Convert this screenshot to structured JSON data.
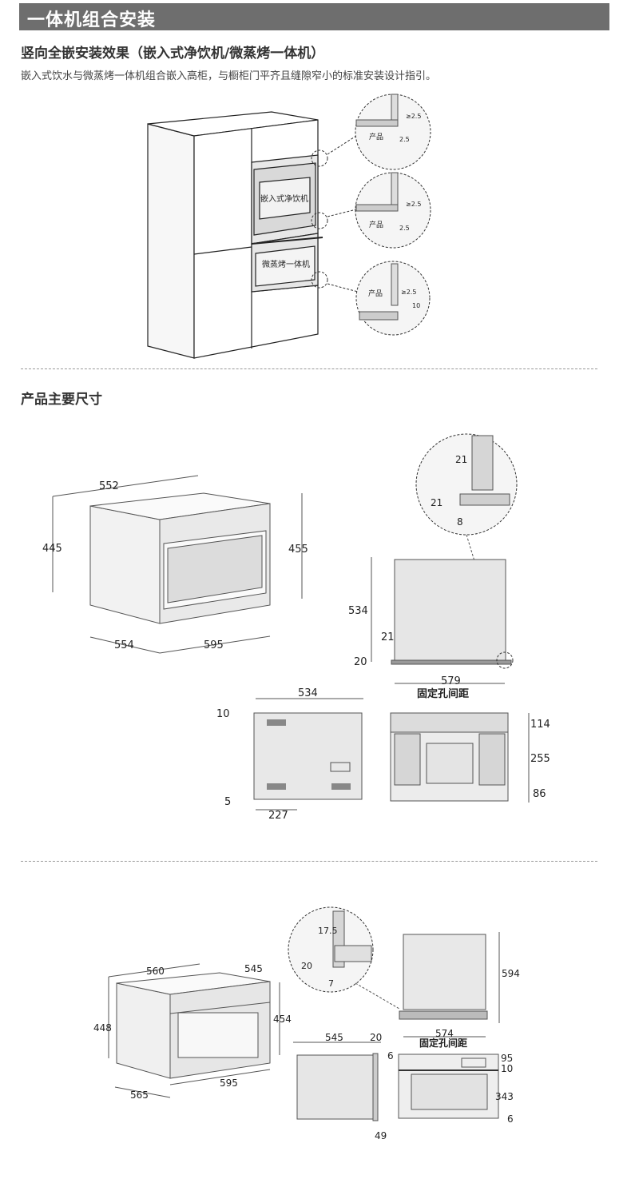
{
  "header": {
    "title": "一体机组合安装"
  },
  "install": {
    "subtitle": "竖向全嵌安装效果（嵌入式净饮机/微蒸烤一体机）",
    "description": "嵌入式饮水与微蒸烤一体机组合嵌入高柜，与橱柜门平齐且缝隙窄小的标准安装设计指引。",
    "drink_label": "嵌入式净饮机",
    "steam_label": "微蒸烤一体机",
    "detail_product": "产品",
    "gap_25": "≥2.5",
    "gap_25_b": "2.5",
    "gap_10": "10"
  },
  "dims1": {
    "title": "产品主要尺寸",
    "d552": "552",
    "d445": "445",
    "d455": "455",
    "d554": "554",
    "d595": "595",
    "d21a": "21",
    "d21b": "21",
    "d8": "8",
    "d534": "534",
    "d21c": "21",
    "d20": "20",
    "d579": "579",
    "fix_label": "固定孔间距",
    "s534": "534",
    "s10": "10",
    "s5": "5",
    "s227": "227",
    "f114": "114",
    "f255": "255",
    "f86": "86"
  },
  "dims2": {
    "d560": "560",
    "d545": "545",
    "d448": "448",
    "d454": "454",
    "d565": "565",
    "d595": "595",
    "d175": "17.5",
    "d20": "20",
    "d7": "7",
    "d594": "594",
    "d574": "574",
    "fix_label": "固定孔间距",
    "s545": "545",
    "s20": "20",
    "s6": "6",
    "s49": "49",
    "f95": "95",
    "f10": "10",
    "f343": "343",
    "f6": "6"
  }
}
